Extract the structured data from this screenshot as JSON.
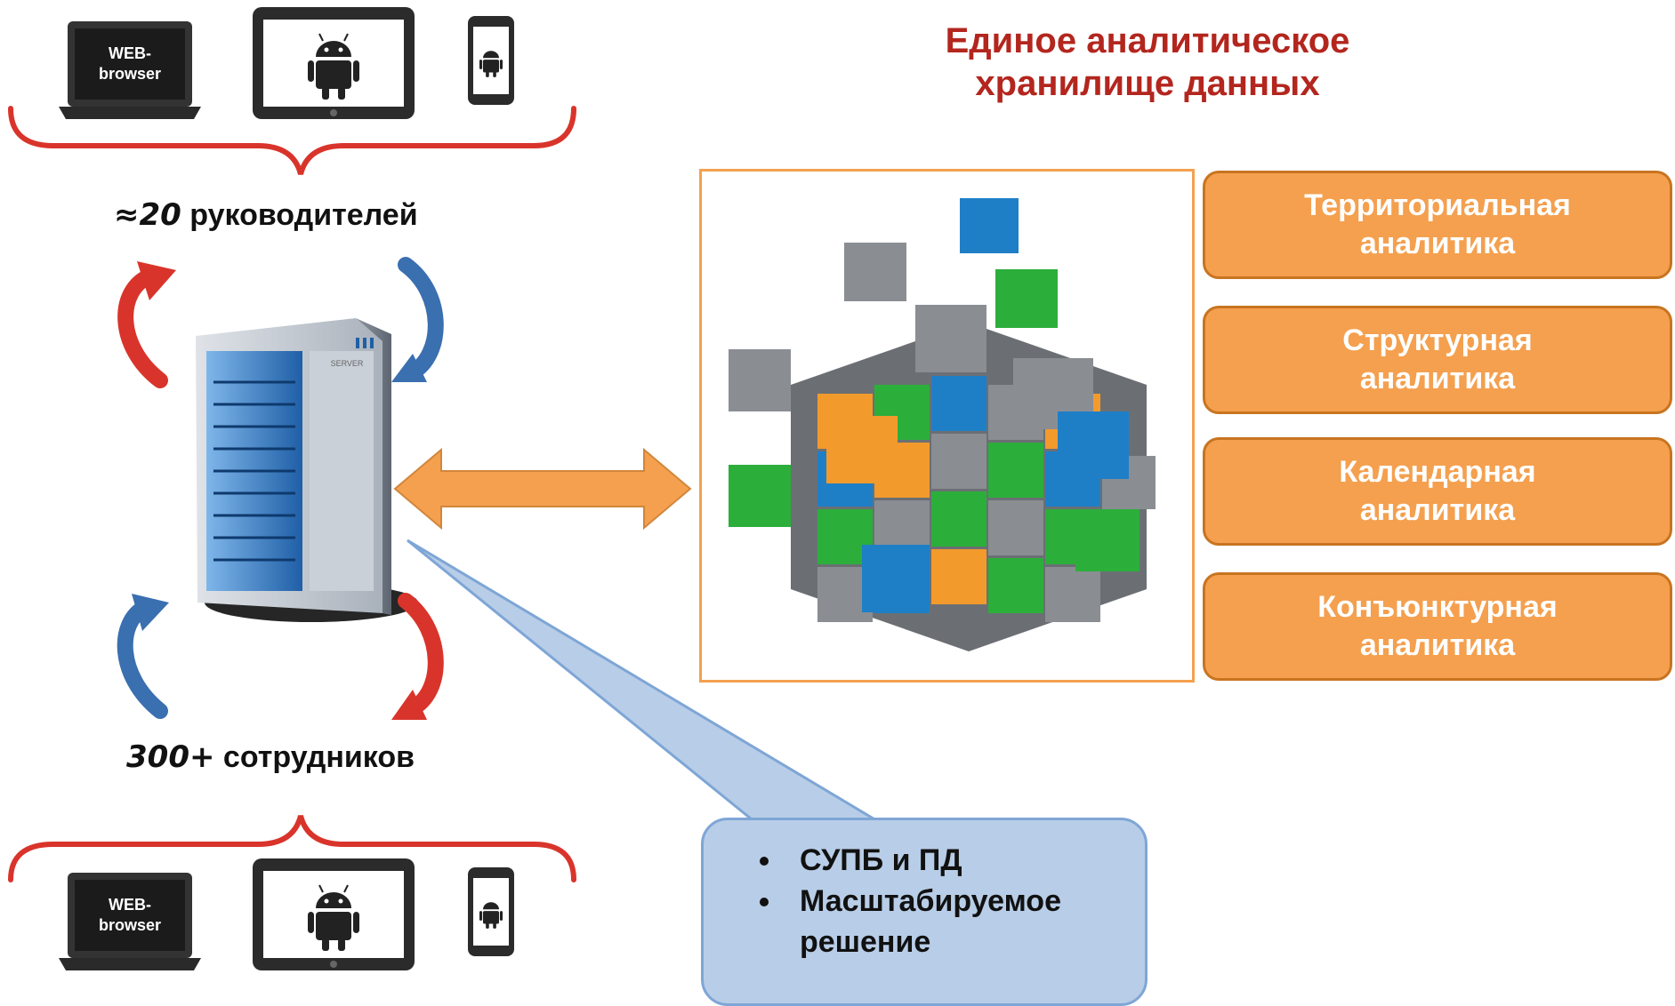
{
  "title": {
    "line1": "Единое аналитическое",
    "line2": "хранилище данных"
  },
  "managers": {
    "count": "≈20",
    "label": "руководителей"
  },
  "employees": {
    "count": "300+",
    "label": "сотрудников"
  },
  "devices": {
    "browser_label_line1": "WEB-",
    "browser_label_line2": "browser"
  },
  "server_label": "SERVER",
  "analytics": [
    {
      "line1": "Территориальная",
      "line2": "аналитика"
    },
    {
      "line1": "Структурная",
      "line2": "аналитика"
    },
    {
      "line1": "Календарная",
      "line2": "аналитика"
    },
    {
      "line1": "Конъюнктурная",
      "line2": "аналитика"
    }
  ],
  "callout_items": [
    "СУПБ и ПД",
    "Масштабируемое решение"
  ],
  "colors": {
    "title_red": "#b3261e",
    "orange": "#f4a04f",
    "brace_red": "#d9342b",
    "arrow_blue": "#3a6fb0",
    "callout_blue": "#b8cde7"
  }
}
